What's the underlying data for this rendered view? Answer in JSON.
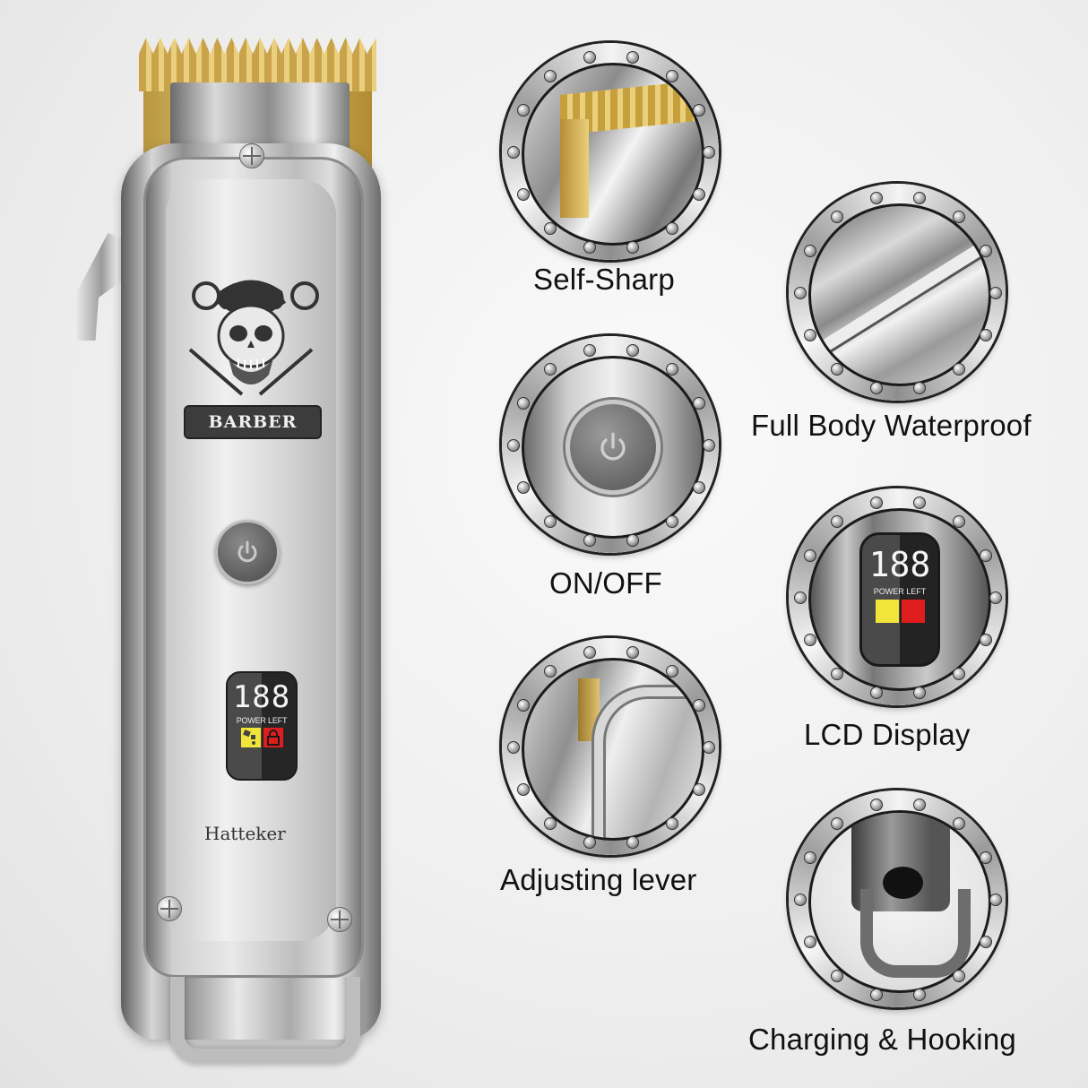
{
  "product": {
    "brand": "Hatteker",
    "logo_text": "BARBER",
    "lcd": {
      "digits": "188",
      "label": "POWER LEFT",
      "indicator_colors": {
        "oil": "#f1e43a",
        "lock": "#e01d1d"
      }
    },
    "blade_color": "#d9b95e",
    "body_color": "#c8c8c8"
  },
  "features": [
    {
      "id": "self-sharp",
      "caption": "Self-Sharp"
    },
    {
      "id": "waterproof",
      "caption": "Full Body Waterproof"
    },
    {
      "id": "on-off",
      "caption": "ON/OFF"
    },
    {
      "id": "lcd-display",
      "caption": "LCD Display",
      "lcd": {
        "digits": "188",
        "label": "POWER LEFT"
      }
    },
    {
      "id": "adjusting-lever",
      "caption": "Adjusting lever"
    },
    {
      "id": "charging-hooking",
      "caption": "Charging & Hooking"
    }
  ],
  "icons": {
    "power": "power-icon",
    "oil": "oil-drop-icon",
    "lock": "lock-icon",
    "skull": "skull-scissors-razor-icon",
    "screw": "screw-icon"
  }
}
